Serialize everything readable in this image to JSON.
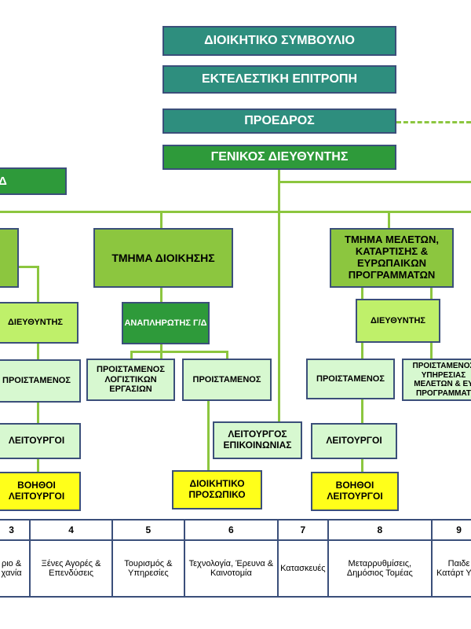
{
  "top": {
    "board": "ΔΙΟΙΚΗΤΙΚΟ ΣΥΜΒΟΥΛΙΟ",
    "executive": "ΕΚΤΕΛΕΣΤΙΚΗ ΕΠΙΤΡΟΠΗ",
    "president": "ΠΡΟΕΔΡΟΣ",
    "general_director": "ΓΕΝΙΚΟΣ ΔΙΕΥΘΥΝΤΗΣ",
    "left_partial": "Δ"
  },
  "admin": {
    "department": "ΤΜΗΜΑ ΔΙΟΙΚΗΣΗΣ",
    "deputy": "ΑΝΑΠΛΗΡΩΤΗΣ Γ/Δ",
    "accounting_head": "ΠΡΟΙΣΤΑΜΕΝΟΣ ΛΟΓΙΣΤΙΚΩΝ ΕΡΓΑΣΙΩΝ",
    "head": "ΠΡΟΙΣΤΑΜΕΝΟΣ",
    "admin_staff": "ΔΙΟΙΚΗΤΙΚΟ ΠΡΟΣΩΠΙΚΟ"
  },
  "left_col": {
    "director": "ΔΙΕΥΘΥΝΤΗΣ",
    "head": "ΠΡΟΙΣΤΑΜΕΝΟΣ",
    "officers": "ΛΕΙΤΟΥΡΓΟΙ",
    "assistants": "ΒΟΗΘΟΙ ΛΕΙΤΟΥΡΓΟΙ"
  },
  "comm_officer": "ΛΕΙΤΟΥΡΓΟΣ ΕΠΙΚΟΙΝΩΝΙΑΣ",
  "studies": {
    "department": "ΤΜΗΜΑ ΜΕΛΕΤΩΝ, ΚΑΤΑΡΤΙΣΗΣ & ΕΥΡΩΠΑΙΚΩΝ ΠΡΟΓΡΑΜΜΑΤΩΝ",
    "director": "ΔΙΕΥΘΥΝΤΗΣ",
    "head": "ΠΡΟΙΣΤΑΜΕΝΟΣ",
    "service_head": "ΠΡΟΙΣΤΑΜΕΝΟΣ ΥΠΗΡΕΣΙΑΣ ΜΕΛΕΤΩΝ & ΕΥ ΠΡΟΓΡΑΜΜΑΤ",
    "officers": "ΛΕΙΤΟΥΡΓΟΙ",
    "assistants": "ΒΟΗΘΟΙ ΛΕΙΤΟΥΡΓΟΙ"
  },
  "table": {
    "numbers": [
      "3",
      "4",
      "5",
      "6",
      "7",
      "8",
      "9"
    ],
    "labels": [
      "ριο & χανία",
      "Ξένες Αγορές & Επενδύσεις",
      "Τουρισμός & Υπηρεσίες",
      "Τεχνολογία, Έρευνα & Καινοτομία",
      "Κατασκευές",
      "Μεταρρυθμίσεις, Δημόσιος Τομέας",
      "Παιδε Κατάρτ Υγεί"
    ]
  }
}
